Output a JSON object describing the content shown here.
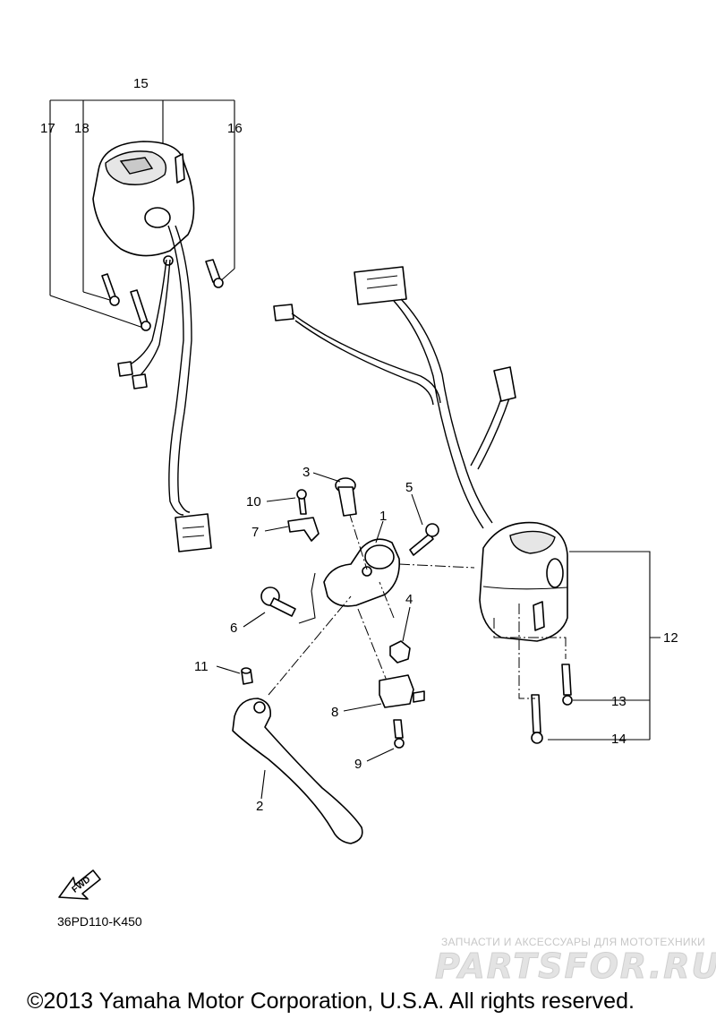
{
  "callouts": {
    "p1": "1",
    "p2": "2",
    "p3": "3",
    "p4": "4",
    "p5": "5",
    "p6": "6",
    "p7": "7",
    "p8": "8",
    "p9": "9",
    "p10": "10",
    "p11": "11",
    "p12": "12",
    "p13": "13",
    "p14": "14",
    "p15": "15",
    "p16": "16",
    "p17": "17",
    "p18": "18"
  },
  "fwd_arrow": "FWD",
  "drawing_ref": "36PD110-K450",
  "watermark": {
    "tagline": "ЗАПЧАСТИ И АКСЕССУАРЫ ДЛЯ МОТОТЕХНИКИ",
    "logo": "PARTSFOR.RU"
  },
  "copyright": "©2013 Yamaha Motor Corporation, U.S.A. All rights reserved.",
  "colors": {
    "line": "#000000",
    "shade": "#c9c9c9",
    "watermark": "#d0d0d0"
  }
}
